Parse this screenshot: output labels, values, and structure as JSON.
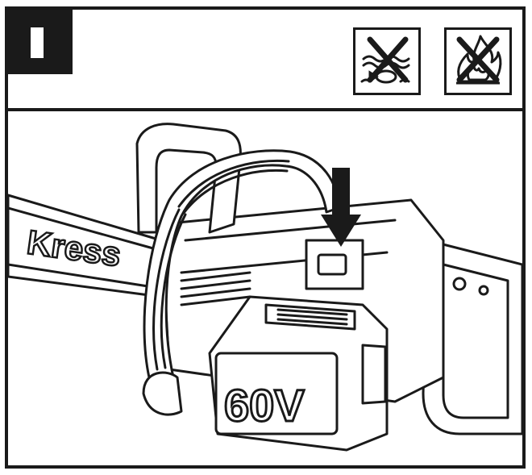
{
  "step": {
    "icon": "step-one-mark"
  },
  "warnings": [
    {
      "icon": "no-water-icon"
    },
    {
      "icon": "no-fire-icon"
    }
  ],
  "illustration": {
    "brand_label": "Kress",
    "battery_voltage_label": "60V",
    "arrow_icon": "arrow-down-icon",
    "colors": {
      "line": "#1a1a1a",
      "background": "#ffffff"
    }
  }
}
